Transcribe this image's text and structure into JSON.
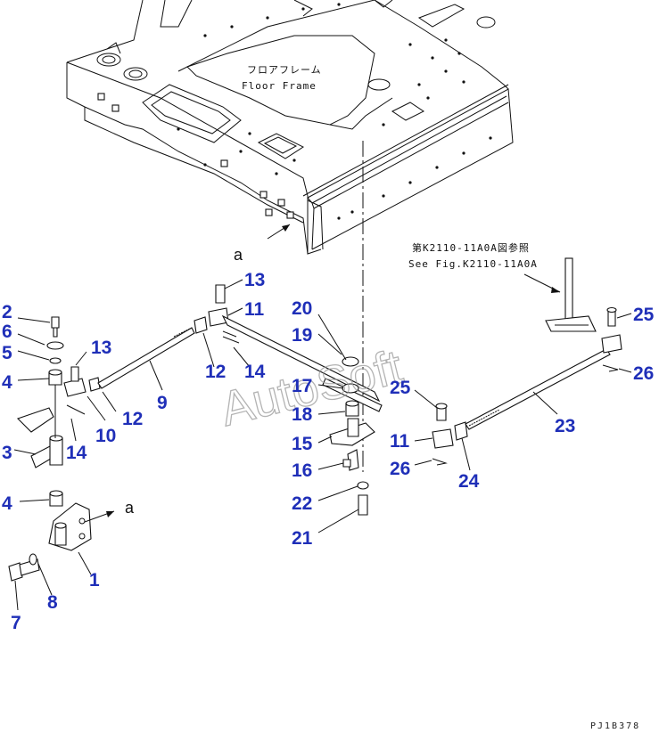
{
  "frame_label_jp": "フロアフレーム",
  "frame_label_en": "Floor Frame",
  "ref_label_jp": "第K2110-11A0A図参照",
  "ref_label_en": "See Fig.K2110-11A0A",
  "view_marker": "a",
  "watermark": "AutoSoft",
  "drawing_code": "PJ1B378",
  "callouts": [
    {
      "id": "c2",
      "text": "2"
    },
    {
      "id": "c6",
      "text": "6"
    },
    {
      "id": "c5",
      "text": "5"
    },
    {
      "id": "c4a",
      "text": "4"
    },
    {
      "id": "c3",
      "text": "3"
    },
    {
      "id": "c4b",
      "text": "4"
    },
    {
      "id": "c1",
      "text": "1"
    },
    {
      "id": "c7",
      "text": "7"
    },
    {
      "id": "c8",
      "text": "8"
    },
    {
      "id": "c13a",
      "text": "13"
    },
    {
      "id": "c12a",
      "text": "12"
    },
    {
      "id": "c10",
      "text": "10"
    },
    {
      "id": "c14a",
      "text": "14"
    },
    {
      "id": "c9",
      "text": "9"
    },
    {
      "id": "c13b",
      "text": "13"
    },
    {
      "id": "c11a",
      "text": "11"
    },
    {
      "id": "c12b",
      "text": "12"
    },
    {
      "id": "c14b",
      "text": "14"
    },
    {
      "id": "c20",
      "text": "20"
    },
    {
      "id": "c19",
      "text": "19"
    },
    {
      "id": "c17",
      "text": "17"
    },
    {
      "id": "c18",
      "text": "18"
    },
    {
      "id": "c15",
      "text": "15"
    },
    {
      "id": "c16",
      "text": "16"
    },
    {
      "id": "c22",
      "text": "22"
    },
    {
      "id": "c21",
      "text": "21"
    },
    {
      "id": "c25a",
      "text": "25"
    },
    {
      "id": "c11b",
      "text": "11"
    },
    {
      "id": "c26a",
      "text": "26"
    },
    {
      "id": "c24",
      "text": "24"
    },
    {
      "id": "c23",
      "text": "23"
    },
    {
      "id": "c25b",
      "text": "25"
    },
    {
      "id": "c26b",
      "text": "26"
    }
  ]
}
